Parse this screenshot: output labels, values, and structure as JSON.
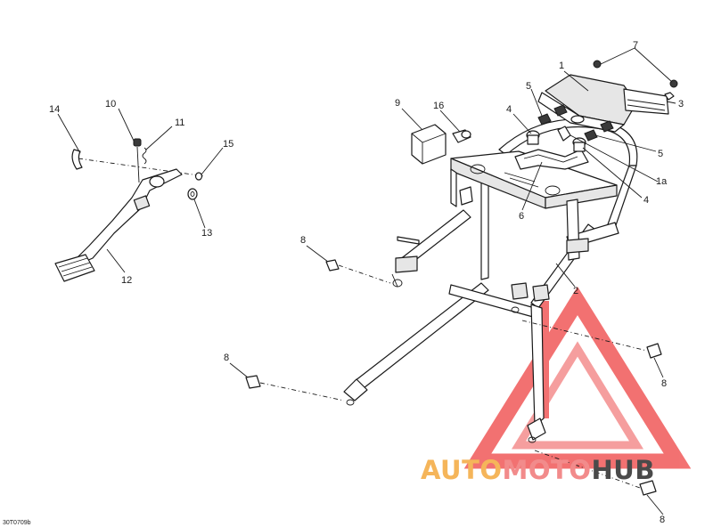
{
  "callouts": {
    "c1": "1",
    "c1a": "1a",
    "c2": "2",
    "c3": "3",
    "c4a": "4",
    "c4b": "4",
    "c5a": "5",
    "c5b": "5",
    "c6": "6",
    "c7": "7",
    "c8a": "8",
    "c8b": "8",
    "c8c": "8",
    "c8d": "8",
    "c9": "9",
    "c10": "10",
    "c11": "11",
    "c12": "12",
    "c13": "13",
    "c14": "14",
    "c15": "15",
    "c16": "16"
  },
  "drawing_code": "30T0709b",
  "watermark": {
    "part1": "AUTO",
    "part2": "MOTO",
    "part3": "HUB",
    "color_auto": "#f5b55a",
    "color_moto": "#f28b8b",
    "color_hub": "#4a4a4a",
    "triangle_color": "#ee3b3b"
  }
}
